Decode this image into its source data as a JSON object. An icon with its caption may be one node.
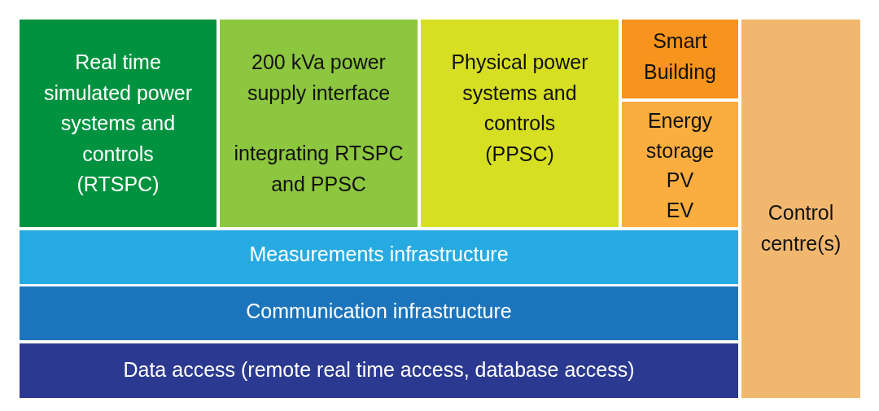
{
  "diagram": {
    "nodes": [
      {
        "text": [
          "Real time simulated power systems and controls (RTSPC)"
        ]
      },
      {
        "text": [
          "200 kVa power supply interface",
          "integrating RTSPC and PPSC"
        ]
      },
      {
        "text": [
          "Physical power systems and controls (PPSC)"
        ]
      },
      {
        "text": [
          "Smart Building"
        ]
      },
      {
        "text": [
          "Energy storage",
          "PV",
          "EV"
        ]
      },
      {
        "text": [
          "Control centre(s)"
        ]
      },
      {
        "text": [
          "Measurements infrastructure"
        ]
      },
      {
        "text": [
          "Communication infrastructure"
        ]
      },
      {
        "text": [
          "Data access (remote real time access, database access)"
        ]
      }
    ]
  }
}
